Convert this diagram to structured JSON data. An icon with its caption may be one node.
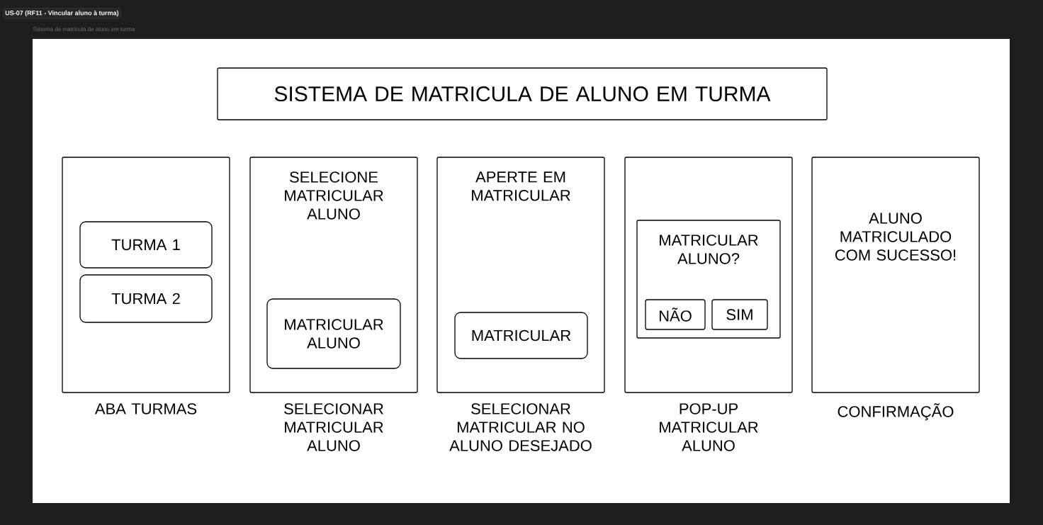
{
  "diagram": {
    "nodes": [
      {
        "text": [
          "SISTEMA DE MATRICULA DE ALUNO EM TURMA"
        ]
      },
      {
        "text": [
          "ABA TURMAS"
        ]
      },
      {
        "text": [
          "TURMA 1"
        ],
        "in": 1
      },
      {
        "text": [
          "TURMA 2"
        ],
        "in": 1
      },
      {
        "text": [
          "SELECIONE MATRICULAR ALUNO",
          "SELECIONAR MATRICULAR ALUNO"
        ]
      },
      {
        "text": [
          "MATRICULAR ALUNO"
        ],
        "in": 4
      },
      {
        "text": [
          "APERTE EM MATRICULAR",
          "SELECIONAR MATRICULAR NO ALUNO DESEJADO"
        ]
      },
      {
        "text": [
          "MATRICULAR"
        ],
        "in": 6
      },
      {
        "text": [
          "POP-UP MATRICULAR ALUNO"
        ]
      },
      {
        "text": [
          "MATRICULAR ALUNO?"
        ],
        "in": 8
      },
      {
        "text": [
          "NÃO"
        ],
        "in": 9
      },
      {
        "text": [
          "SIM"
        ],
        "in": 9
      },
      {
        "text": [
          "ALUNO MATRICULADO COM SUCESSO!",
          "CONFIRMAÇÃO"
        ]
      }
    ],
    "labels": [
      "US-07  (RF11 - Vincular aluno à turma)",
      "Sistema de matrícula de aluno em turma"
    ]
  }
}
